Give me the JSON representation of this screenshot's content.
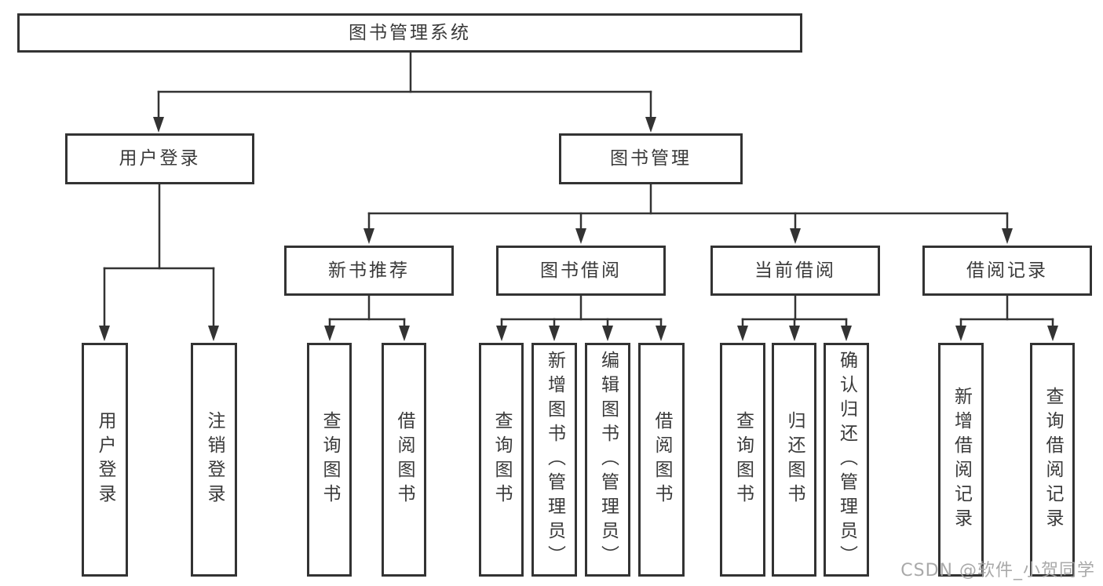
{
  "colors": {
    "line": "#333333",
    "border": "#333333",
    "text": "#3a3a3a",
    "background": "#ffffff",
    "watermark": "#a4a4a4"
  },
  "diagram": {
    "root": "图书管理系统",
    "level2": [
      "用户登录",
      "图书管理"
    ],
    "level3": [
      "新书推荐",
      "图书借阅",
      "当前借阅",
      "借阅记录"
    ],
    "leaves": {
      "user_login": [
        "用户登录",
        "注销登录"
      ],
      "new_book": [
        "查询图书",
        "借阅图书"
      ],
      "book_borrow": [
        "查询图书",
        "新增图书（管理员）",
        "编辑图书（管理员）",
        "借阅图书"
      ],
      "current_borrow": [
        "查询图书",
        "归还图书",
        "确认归还（管理员）"
      ],
      "borrow_record": [
        "新增借阅记录",
        "查询借阅记录"
      ]
    }
  },
  "watermark": "CSDN @软件_小贺同学"
}
